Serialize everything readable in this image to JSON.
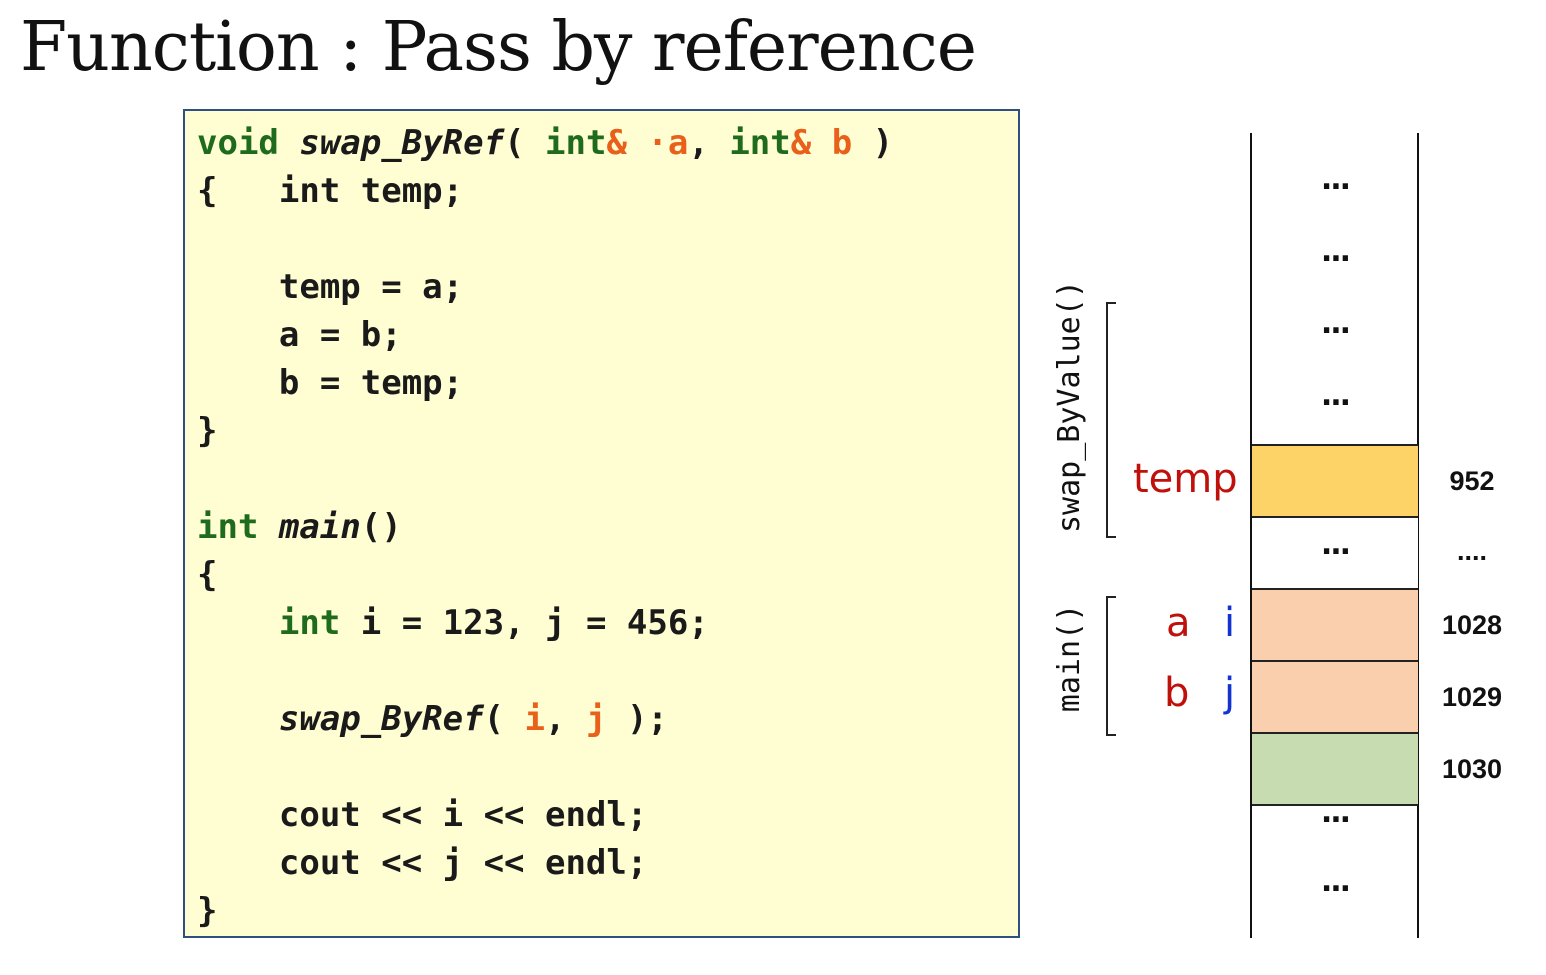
{
  "title": "Function : Pass by reference",
  "code": {
    "l1_void": "void",
    "l1_fn": "swap_ByRef",
    "l1_paren": "( ",
    "l1_int1": "int",
    "l1_amp1": "&",
    "l1_a": " ·a",
    "l1_comma": ", ",
    "l1_int2": "int",
    "l1_amp2": "&",
    "l1_b": " b",
    "l1_close": " )",
    "l2": "{   int temp;",
    "l4": "    temp = a;",
    "l5": "    a = b;",
    "l6": "    b = temp;",
    "l7": "}",
    "l9_int": "int",
    "l9_main": "main",
    "l9_paren": "()",
    "l10": "{",
    "l11_indent": "    ",
    "l11_int": "int",
    "l11_rest": " i = 123, j = 456;",
    "l13_indent": "    ",
    "l13_fn": "swap_ByRef",
    "l13_open": "( ",
    "l13_i": "i",
    "l13_comma": ", ",
    "l13_j": "j",
    "l13_close": " );",
    "l15": "    cout << i << endl;",
    "l16": "    cout << j << endl;",
    "l17": "}"
  },
  "memory": {
    "dots": [
      "...",
      "...",
      "...",
      "...",
      "...",
      "...",
      "..."
    ],
    "temp_label": "temp",
    "addr_952": "952",
    "addr_dots": "....",
    "addr_1028": "1028",
    "addr_1029": "1029",
    "addr_1030": "1030",
    "a_label": "a",
    "i_label": "i",
    "b_label": "b",
    "j_label": "j",
    "swap_frame": "swap_ByValue()",
    "main_frame": "main()"
  },
  "colors": {
    "code_bg": "#fffdd2",
    "keyword": "#1e6b1e",
    "reference": "#e8601a",
    "temp_cell": "#fdd267",
    "ij_cells": "#f9cfae",
    "cell_1030": "#c7dcb1",
    "ref_name": "#c0100c",
    "var_name": "#1233d0"
  }
}
